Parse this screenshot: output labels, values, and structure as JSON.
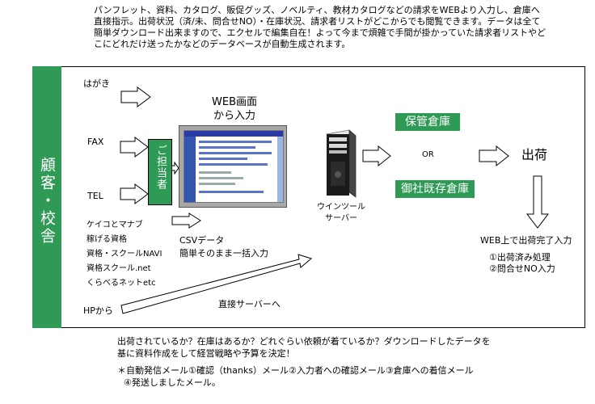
{
  "intro": "パンフレット、資料、カタログ、販促グッズ、ノベルティ、教材カタログなどの請求をWEBより入力し、倉庫へ直接指示。出荷状況（済/未、問合せNO）・在庫状況、請求者リストがどこからでも閲覧できます。データは全て簡単ダウンロード出来ますので、エクセルで編集自在！よって今まで煩雑で手間が掛かっていた請求者リストやどこにどれだけ送ったかなどのデータベースが自動生成されます。",
  "side_label": "顧客・校舎",
  "inputs": {
    "postcard": "はがき",
    "fax": "FAX",
    "tel": "TEL",
    "hp": "HPから"
  },
  "tanto": "ご担当者",
  "web_input": {
    "line1": "WEB画面",
    "line2": "から入力"
  },
  "portals": [
    "ケイコとマナブ",
    "稼げる資格",
    "資格・スクールNAVI",
    "資格スクール.net",
    "くらべるネットetc"
  ],
  "csv": {
    "line1": "CSVデータ",
    "line2": "簡単そのまま一括入力"
  },
  "direct_server": "直接サーバーへ",
  "server": {
    "line1": "ウインツール",
    "line2": "サーバー"
  },
  "warehouses": {
    "storage": "保管倉庫",
    "or": "OR",
    "own": "御社既存倉庫"
  },
  "shipping": "出荷",
  "web_complete": "WEB上で出荷完了入力",
  "complete_items": [
    "①出荷済み処理",
    "②問合せNO入力"
  ],
  "bottom_text": "出荷されているか？在庫はあるか？どれぐらい依頼が着ているか？ダウンロードしたデータを基に資料作成をして経営戦略や予算を決定！",
  "note_line1": "＊自動発信メール①確認（thanks）メール②入力者への確認メール③倉庫への着信メール",
  "note_line2": "④発送しましたメール。",
  "colors": {
    "accent_green": "#2f9a55",
    "screen_blue": "#2a3aa4"
  }
}
